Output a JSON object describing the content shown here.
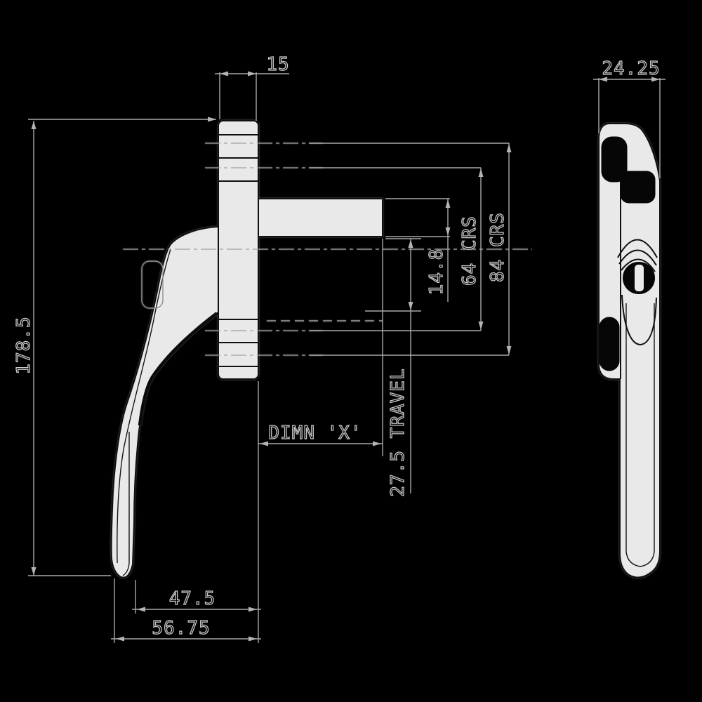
{
  "drawing": {
    "description": "Technical engineering drawing of a cranked window espagnolette handle, side elevation and front elevation",
    "colors": {
      "background": "#000000",
      "part_fill": "#e9e9e9",
      "part_line": "#101010",
      "dimension_line": "#a9a9a9",
      "text_outline": "#c9c9c9"
    },
    "views": {
      "side": "side elevation",
      "front": "front elevation"
    },
    "dimensions": {
      "stem_width": {
        "label": "15"
      },
      "overall_height": {
        "label": "178.5"
      },
      "depth": {
        "label": "24.25"
      },
      "spindle_height": {
        "label": "14.8"
      },
      "fixing_centres_inner": {
        "label": "64 CRS"
      },
      "fixing_centres_outer": {
        "label": "84 CRS"
      },
      "dimension_x": {
        "label": "DIMN 'X'"
      },
      "travel": {
        "label": "27.5 TRAVEL"
      },
      "handle_offset_inner": {
        "label": "47.5"
      },
      "handle_offset_outer": {
        "label": "56.75"
      }
    }
  }
}
